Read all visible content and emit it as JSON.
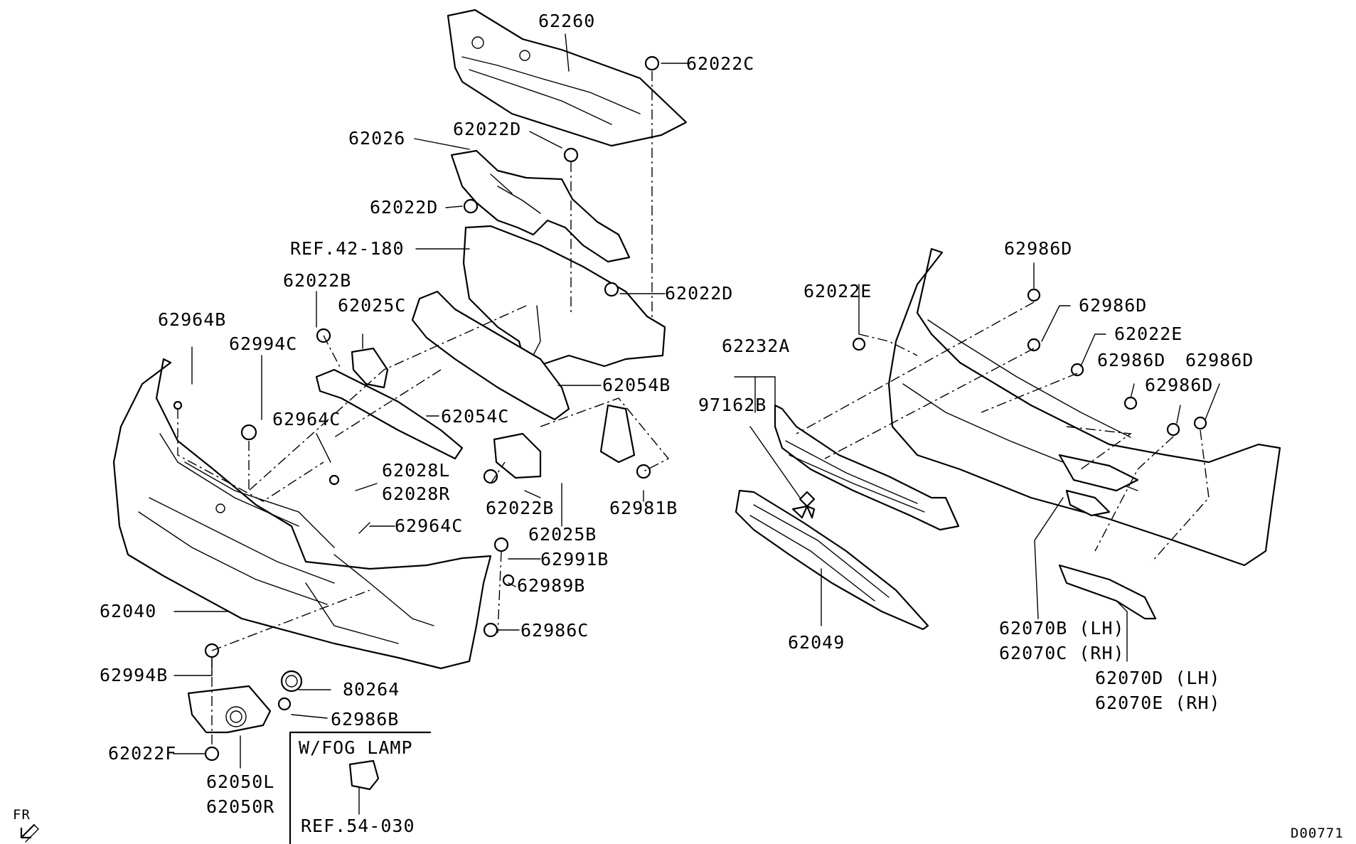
{
  "parts": {
    "p62260": "62260",
    "p62022C": "62022C",
    "p62026": "62026",
    "p62022D_a": "62022D",
    "p62022D_b": "62022D",
    "p62022D_c": "62022D",
    "ref42": "REF.42-180",
    "p62022B_a": "62022B",
    "p62025C": "62025C",
    "p62964B": "62964B",
    "p62994C": "62994C",
    "p62054B": "62054B",
    "p62054C": "62054C",
    "p62964C_a": "62964C",
    "p62028L": "62028L",
    "p62028R": "62028R",
    "p62964C_b": "62964C",
    "p62022B_b": "62022B",
    "p62025B": "62025B",
    "p62981B": "62981B",
    "p62991B": "62991B",
    "p62989B": "62989B",
    "p62040": "62040",
    "p62986C": "62986C",
    "p62994B": "62994B",
    "p80264": "80264",
    "p62986B": "62986B",
    "p62022F": "62022F",
    "p62050L": "62050L",
    "p62050R": "62050R",
    "fog_title": "W/FOG LAMP",
    "ref54": "REF.54-030",
    "fr": "FR",
    "p62986D_a": "62986D",
    "p62022E_a": "62022E",
    "p62986D_b": "62986D",
    "p62022E_b": "62022E",
    "p62232A": "62232A",
    "p62986D_c": "62986D",
    "p62986D_d": "62986D",
    "p62986D_e": "62986D",
    "p97162B": "97162B",
    "p62049": "62049",
    "p62070B": "62070B (LH)",
    "p62070C": "62070C (RH)",
    "p62070D": "62070D (LH)",
    "p62070E": "62070E (RH)",
    "code": "D00771"
  }
}
